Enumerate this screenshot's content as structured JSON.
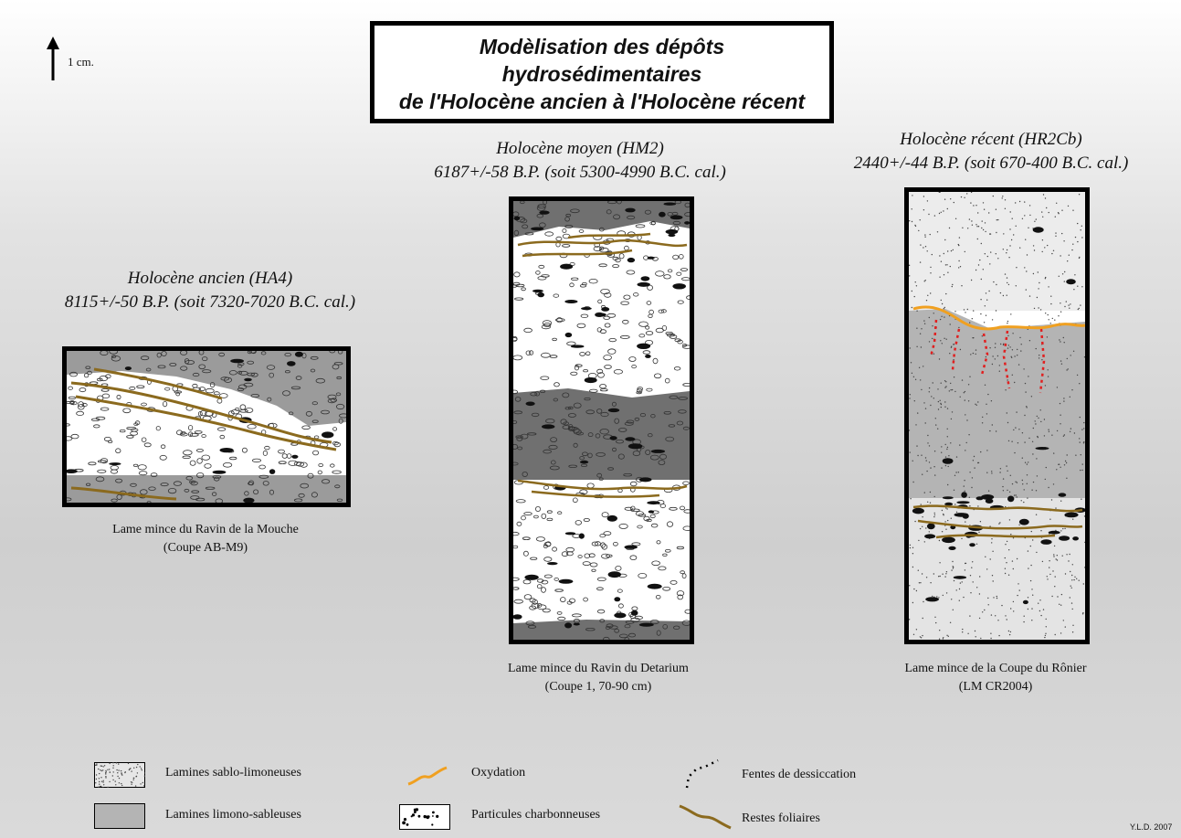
{
  "title": {
    "line1": "Modèlisation des dépôts",
    "line2": "hydrosédimentaires",
    "line3": "de l'Holocène ancien à l'Holocène récent"
  },
  "scale_label": "1 cm.",
  "panels": [
    {
      "period": "Holocène ancien (HA4)",
      "date": "8115+/-50 B.P. (soit 7320-7020 B.C. cal.)",
      "caption_line1": "Lame mince du Ravin de la Mouche",
      "caption_line2": "(Coupe AB-M9)"
    },
    {
      "period": "Holocène moyen (HM2)",
      "date": "6187+/-58 B.P. (soit 5300-4990 B.C. cal.)",
      "caption_line1": "Lame mince du Ravin du Detarium",
      "caption_line2": "(Coupe 1, 70-90 cm)"
    },
    {
      "period": "Holocène récent (HR2Cb)",
      "date": "2440+/-44 B.P. (soit 670-400 B.C. cal.)",
      "caption_line1": "Lame mince de la Coupe du Rônier",
      "caption_line2": "(LM CR2004)"
    }
  ],
  "legend": [
    {
      "label": "Lamines sablo-limoneuses",
      "symbol": "light-stipple-swatch"
    },
    {
      "label": "Lamines limono-sableuses",
      "symbol": "grey-swatch"
    },
    {
      "label": "Oxydation",
      "symbol": "orange-line-icon",
      "color": "#f0a020"
    },
    {
      "label": "Particules charbonneuses",
      "symbol": "black-dots-swatch"
    },
    {
      "label": "Fentes de dessiccation",
      "symbol": "dotted-crack-icon"
    },
    {
      "label": "Restes foliaires",
      "symbol": "brown-line-icon",
      "color": "#8b6a1e"
    }
  ],
  "credit": "Y.L.D. 2007",
  "colors": {
    "frame": "#000000",
    "grey_layer": "#9b9b9b",
    "dark_layer": "#6f6f6f",
    "oxidation": "#f0a020",
    "crack": "#e02020",
    "leaf": "#8b6a1e"
  }
}
